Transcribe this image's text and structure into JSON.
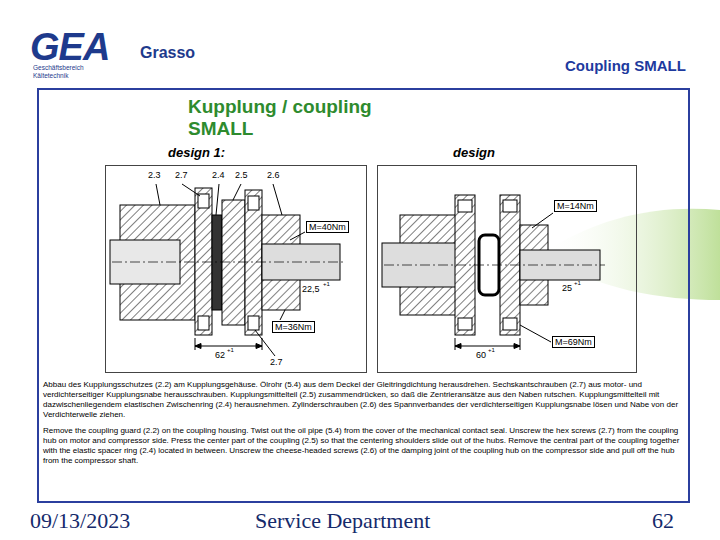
{
  "diagram": {
    "title": "Coupling SMALL",
    "nodes": [
      {
        "text": [
          "Kupplung / coupling SMALL",
          "Abbau des Kupplungsschutzes (2.2) am Kupplungsgehäuse. Ölrohr (5.4) aus dem Deckel der Gleitringdichtung herausdrehen. Sechskantschrauben (2.7) aus motor- und verdichterseitiger Kupplungsnabe herausschrauben. Kupplungsmittelteil (2.5) zusammendrücken, so daß die Zentrieransätze aus den Naben rutschen. Kupplungsmittelteil mit dazwischenliegendem elastischen Zwischenring (2.4) herausnehmen. Zylinderschrauben (2.6) des Spannverbandes der verdichterseitigen Kupplungsnabe lösen und Nabe von der Verdichterwelle ziehen.",
          "Remove the coupling guard (2.2) on the coupling housing. Twist out the oil pipe (5.4) from the cover of the mechanical contact seal. Unscrew the hex screws (2.7) from the coupling hub on motor and compressor side. Press the center part of the coupling (2.5) so that the centering shoulders slide out of the hubs. Remove the central part of the coupling together with the elastic spacer ring (2.4) located in between. Unscrew the cheese-headed screws (2.6) of the damping joint of the coupling hub on the compressor side and pull off the hub from the compressor shaft."
        ]
      },
      {
        "text": [
          "design 1:"
        ],
        "in": 0
      },
      {
        "text": [
          "design"
        ],
        "in": 0
      }
    ],
    "labels": [
      "GEA",
      "Geschäftsbereich Kältetechnik",
      "Grasso",
      "2.3",
      "2.7",
      "2.4",
      "2.5",
      "2.6",
      "M=40Nm",
      "22,5",
      "+1",
      "M=36Nm",
      "62",
      "+1",
      "2.7",
      "M=14Nm",
      "25",
      "+1",
      "M=69Nm",
      "60",
      "+1",
      "09/13/2023",
      "Service Department",
      "62"
    ]
  }
}
